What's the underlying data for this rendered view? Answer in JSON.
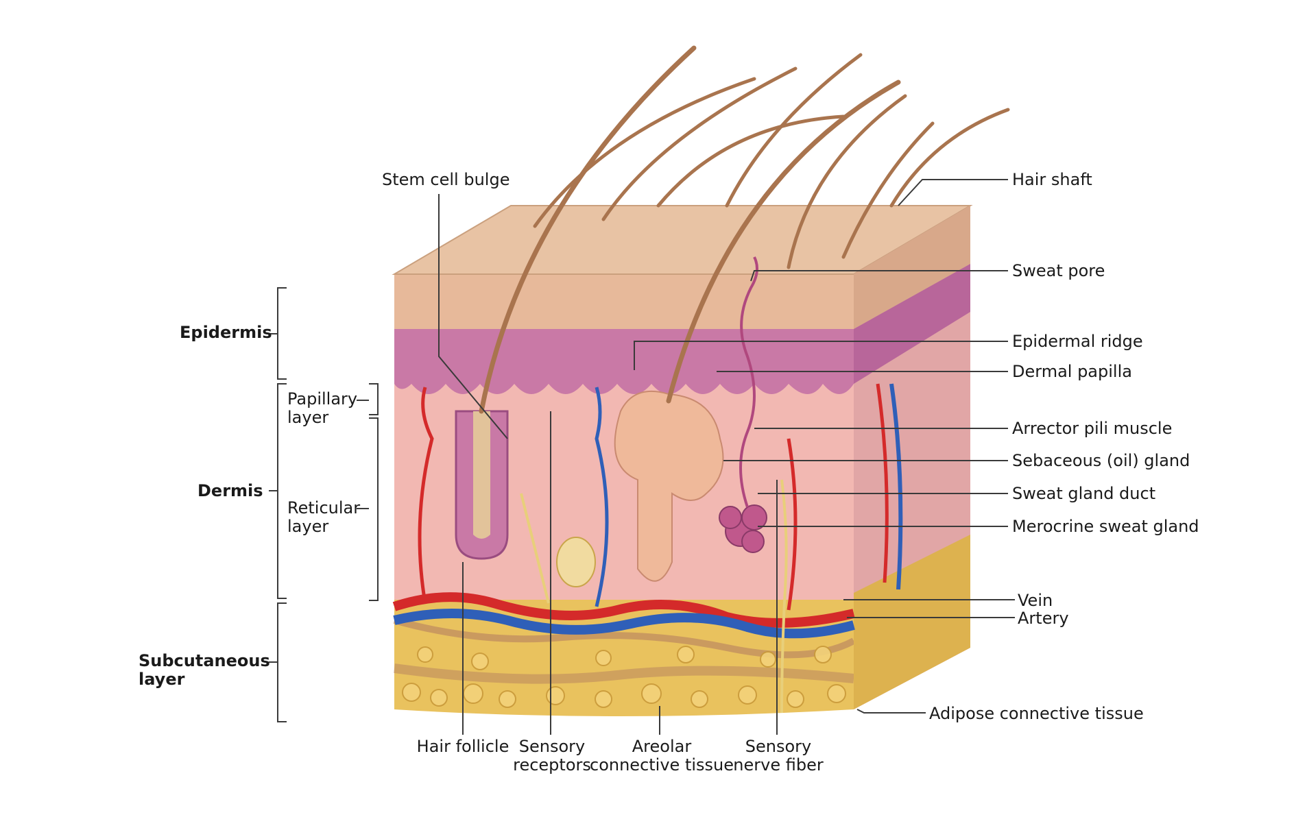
{
  "left_labels": {
    "epidermis": "Epidermis",
    "dermis": "Dermis",
    "subcutaneous_1": "Subcutaneous",
    "subcutaneous_2": "layer",
    "papillary_1": "Papillary",
    "papillary_2": "layer",
    "reticular_1": "Reticular",
    "reticular_2": "layer"
  },
  "top_labels": {
    "stem_cell_bulge": "Stem cell bulge"
  },
  "right_labels": {
    "hair_shaft": "Hair shaft",
    "sweat_pore": "Sweat pore",
    "epidermal_ridge": "Epidermal ridge",
    "dermal_papilla": "Dermal papilla",
    "arrector_pili": "Arrector pili muscle",
    "sebaceous": "Sebaceous (oil) gland",
    "sweat_duct": "Sweat gland duct",
    "merocrine": "Merocrine sweat gland",
    "vein": "Vein",
    "artery": "Artery",
    "adipose": "Adipose connective tissue"
  },
  "bottom_labels": {
    "hair_follicle": "Hair follicle",
    "sensory_receptors_1": "Sensory",
    "sensory_receptors_2": "receptors",
    "areolar_1": "Areolar",
    "areolar_2": "connective tissue",
    "nerve_fiber_1": "Sensory",
    "nerve_fiber_2": "nerve fiber"
  },
  "colors": {
    "epidermis_surface": "#e7b99a",
    "epidermis_basal": "#c979a6",
    "dermis": "#f2b8b2",
    "subcutaneous": "#e9c25e",
    "artery": "#d42a2a",
    "vein": "#2f5fb8",
    "hair": "#a9744e",
    "nerve": "#e8cf7a"
  }
}
